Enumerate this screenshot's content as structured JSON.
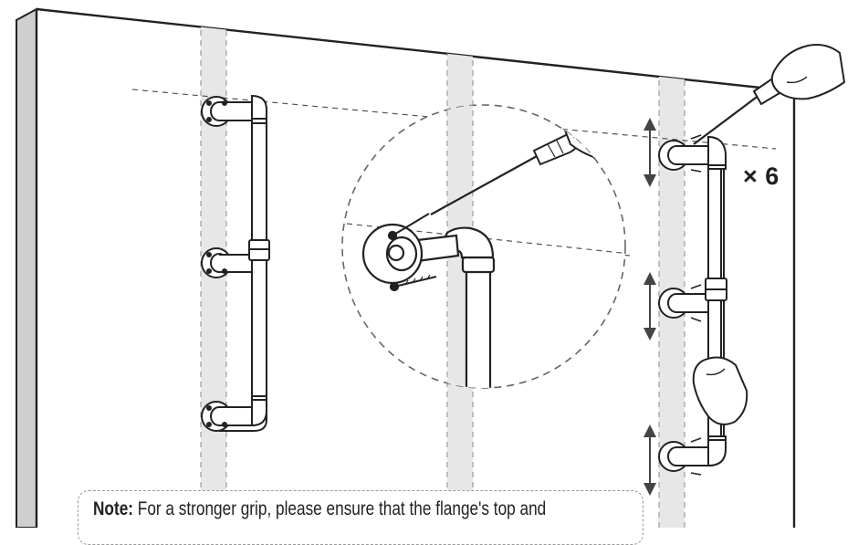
{
  "quantity_label": "× 6",
  "note": {
    "title": "Note:",
    "text": " For a stronger grip, please ensure that the flange's top and"
  },
  "icons": [
    "wall",
    "wall-stud",
    "flange",
    "pipe-elbow",
    "pipe",
    "pipe-coupling",
    "wood-screw",
    "screwdriver",
    "hand",
    "magnifier-circle",
    "vertical-adjust-arrow"
  ]
}
